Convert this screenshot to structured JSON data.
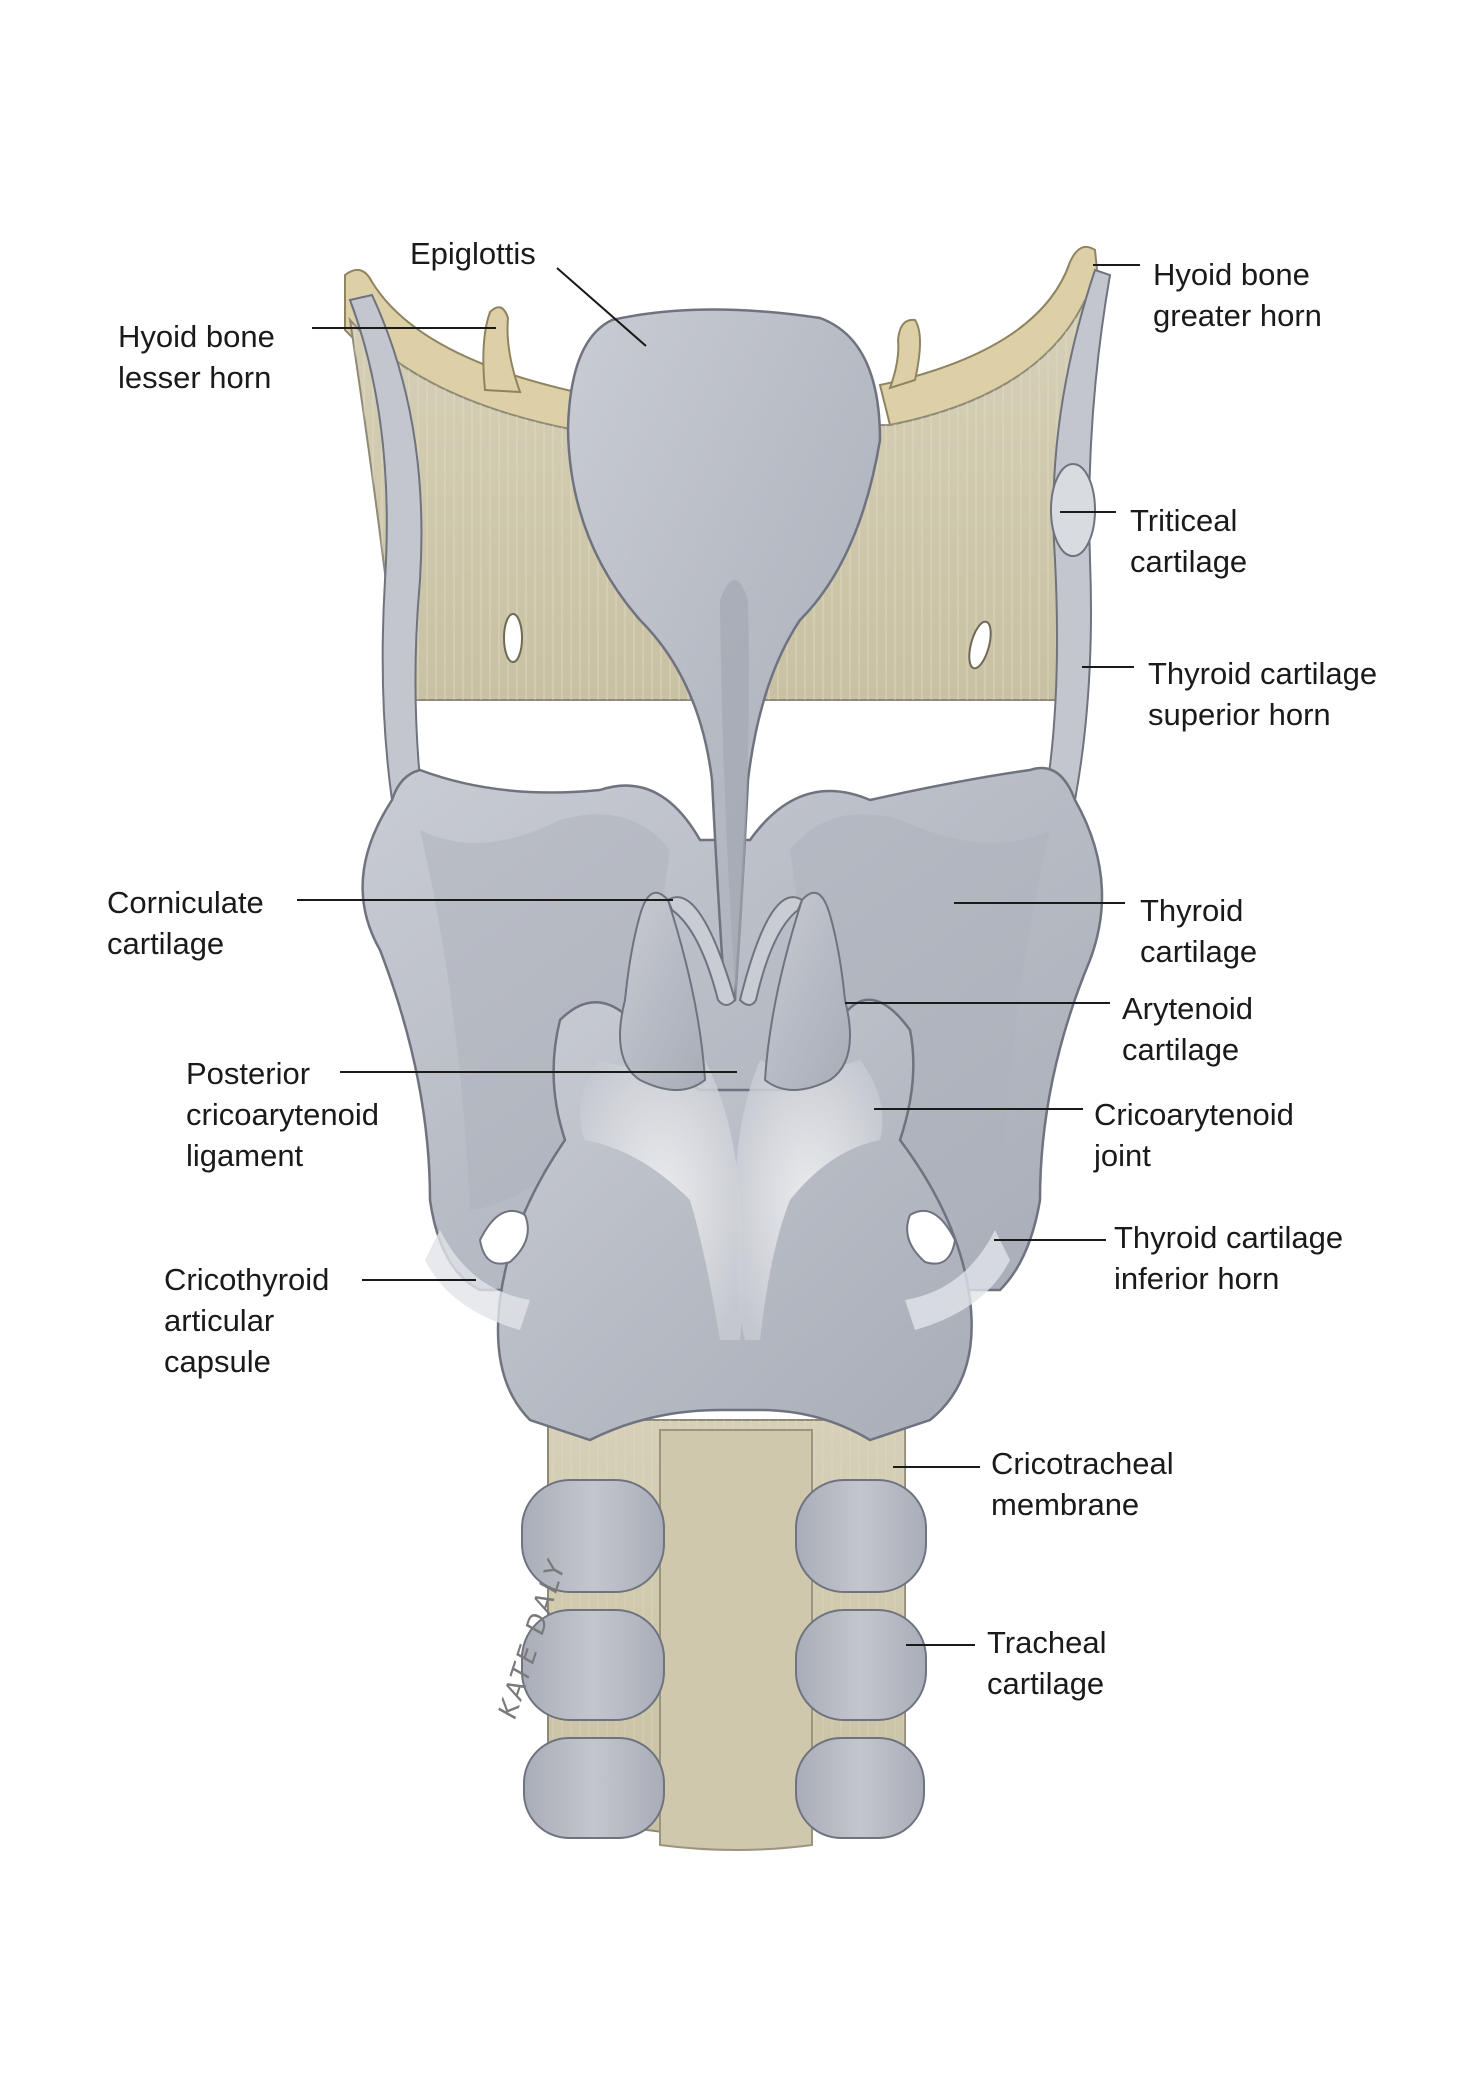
{
  "signature": "KATE DALY",
  "colors": {
    "background": "#ffffff",
    "cartilage": "#bfc3cb",
    "cartilage_shadow": "#a3a8b2",
    "membrane": "#d3cdb2",
    "hyoid_bone": "#ddcfa6",
    "ligament": "#e8eaee",
    "outline": "#6f7380",
    "text": "#1a1a1a"
  },
  "labels": {
    "epiglottis": [
      "Epiglottis"
    ],
    "hyoid_lesser_horn": [
      "Hyoid bone",
      "lesser horn"
    ],
    "hyoid_greater_horn": [
      "Hyoid bone",
      "greater horn"
    ],
    "triticeal_cartilage": [
      "Triticeal",
      "cartilage"
    ],
    "thyroid_superior_horn": [
      "Thyroid cartilage",
      "superior horn"
    ],
    "corniculate_cartilage": [
      "Corniculate",
      "cartilage"
    ],
    "thyroid_cartilage": [
      "Thyroid",
      "cartilage"
    ],
    "arytenoid_cartilage": [
      "Arytenoid",
      "cartilage"
    ],
    "posterior_cricoarytenoid_ligament": [
      "Posterior",
      "cricoarytenoid",
      "ligament"
    ],
    "cricoarytenoid_joint": [
      "Cricoarytenoid",
      "joint"
    ],
    "thyroid_inferior_horn": [
      "Thyroid cartilage",
      "inferior horn"
    ],
    "cricothyroid_capsule": [
      "Cricothyroid",
      "articular",
      "capsule"
    ],
    "cricotracheal_membrane": [
      "Cricotracheal",
      "membrane"
    ],
    "tracheal_cartilage": [
      "Tracheal",
      "cartilage"
    ]
  }
}
